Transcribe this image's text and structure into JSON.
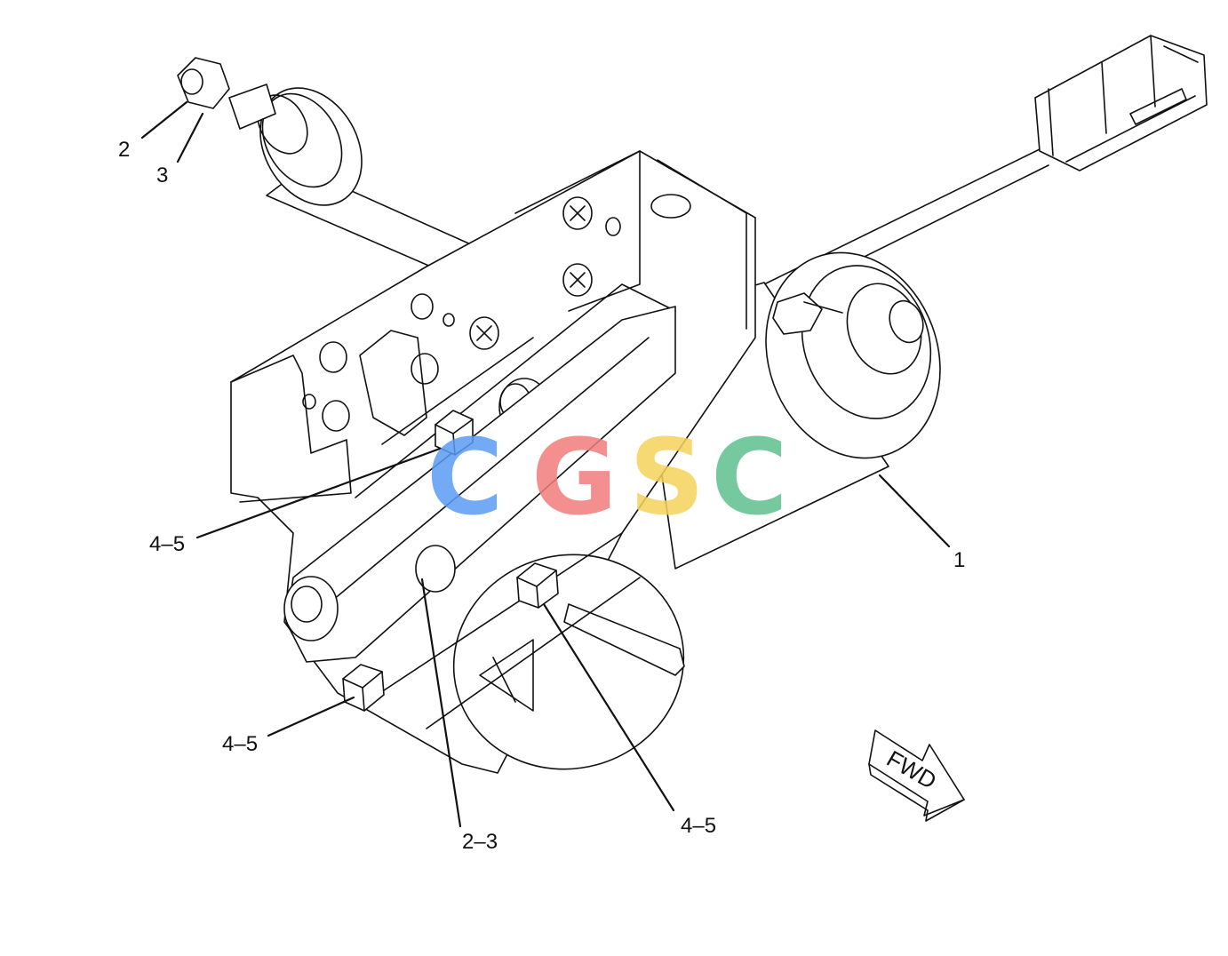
{
  "callouts": [
    {
      "id": "c1",
      "text": "1"
    },
    {
      "id": "c2",
      "text": "2"
    },
    {
      "id": "c3",
      "text": "3"
    },
    {
      "id": "c45a",
      "text": "4–5"
    },
    {
      "id": "c45b",
      "text": "4–5"
    },
    {
      "id": "c23",
      "text": "2–3"
    },
    {
      "id": "c45c",
      "text": "4–5"
    }
  ],
  "fwd_label": "FWD",
  "watermark": {
    "letters": [
      {
        "text": "C",
        "color": "#5a9cf5"
      },
      {
        "text": "G",
        "color": "#f27c7c"
      },
      {
        "text": "S",
        "color": "#f5d35a"
      },
      {
        "text": "C",
        "color": "#5fbf8f"
      }
    ]
  }
}
